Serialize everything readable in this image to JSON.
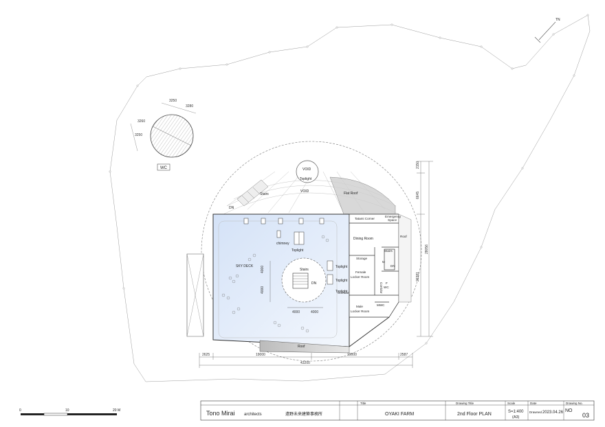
{
  "north_label": "TN",
  "outbuilding": {
    "label": "WC",
    "dims": [
      "3250",
      "3280",
      "3260",
      "3250"
    ]
  },
  "rooms": {
    "void_top": "VOID",
    "toplight_top": "Toplight",
    "void_mid": "VOID",
    "flat_roof": "Flat Roof",
    "stairs_left": "Stairs",
    "dn_left": "DN",
    "tatami": "Tatami Corner",
    "emergency_1": "Emergency",
    "emergency_2": "Space",
    "dining": "Dining Room",
    "roof_right": "Roof",
    "stairs_right": "Stairs",
    "dn_right": "DN",
    "storage": "Storage",
    "female_1": "Female",
    "female_2": "Locker Room",
    "corridor_v": "Corridor",
    "f_label": "F",
    "wc_label": "WC",
    "corridor_h": "Corridor",
    "male_1": "Male",
    "male_2": "Locker Room",
    "mwc": "MWC",
    "chimney": "chimney",
    "toplight_1": "Toplight",
    "sky_deck": "SKY DECK",
    "stairs_center": "Stairs",
    "dn_center": "DN",
    "toplight_2": "Toplight",
    "toplight_3": "Toplight",
    "toplight_4": "Toplight",
    "roof_bottom": "Roof",
    "m_label": "M"
  },
  "dimensions": {
    "right_1": "2150",
    "right_2": "6645",
    "right_3": "28056",
    "right_4": "26381",
    "inner_1": "4000",
    "inner_2": "4000",
    "inner_3": "4000",
    "inner_4": "4000",
    "bottom_1": "2625",
    "bottom_2": "19000",
    "bottom_3": "19000",
    "bottom_4": "2587",
    "bottom_total": "43200"
  },
  "scale_bar": {
    "labels": [
      "0",
      "10",
      "20 M"
    ]
  },
  "title_block": {
    "office_name": "Tono Mirai",
    "office_suffix": "architects",
    "office_jp": "遠野未来建築事務所",
    "h_title": "Title",
    "title": "OYAKI FARM",
    "h_drawing_title": "Drawing Title",
    "drawing_title": "2nd Floor PLAN",
    "h_scale": "Scale",
    "scale": "S=1:400",
    "paper": "(A3)",
    "h_date": "Date",
    "drawn_label": "Drawned",
    "date": "2023.04.26",
    "h_drawing_no": "Drawing No.",
    "no_label": "NO",
    "number": "03"
  }
}
